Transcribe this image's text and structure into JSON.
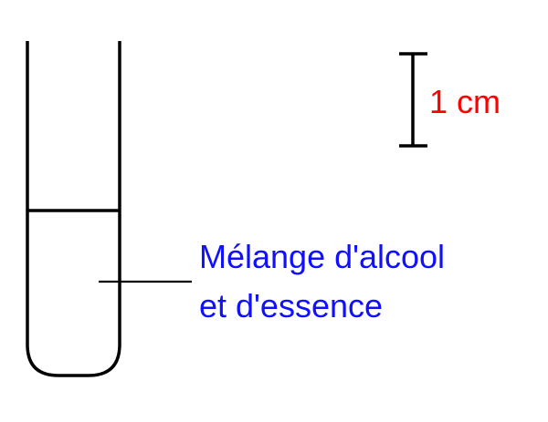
{
  "scale_bar": {
    "label": "1 cm",
    "color": "#ff0000"
  },
  "mixture_label": {
    "line1": "Mélange d'alcool",
    "line2": "et d'essence",
    "color": "#1010ff"
  },
  "test_tube": {
    "stroke_color": "#000000"
  }
}
